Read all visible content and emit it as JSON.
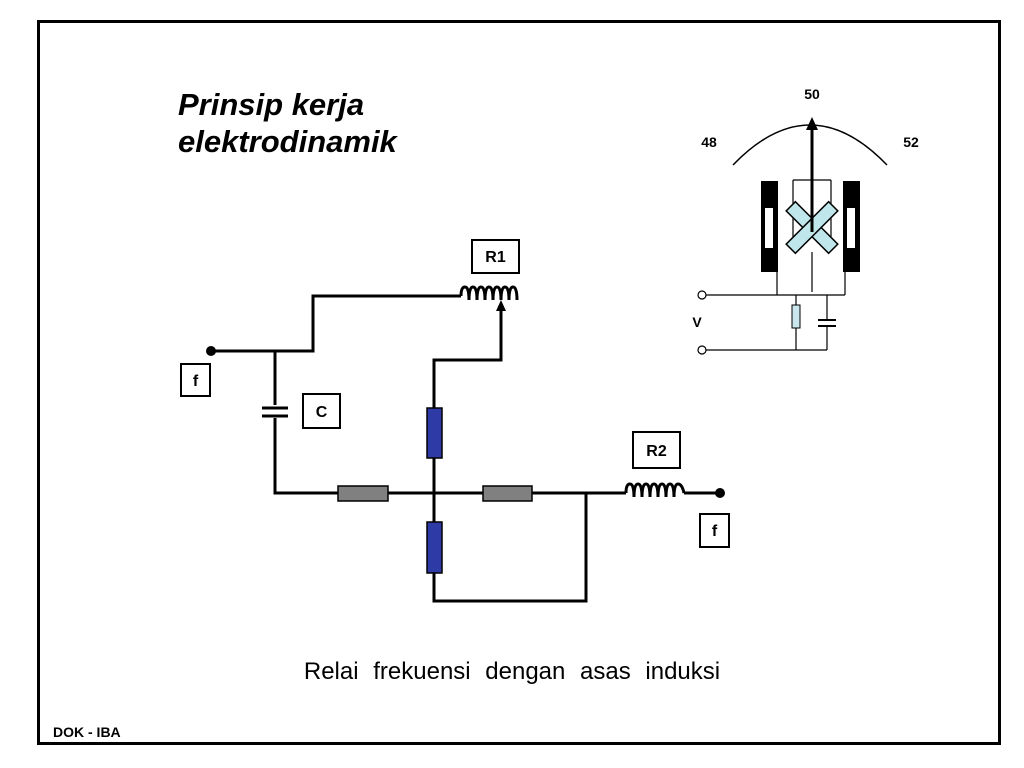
{
  "slide": {
    "title_line1": "Prinsip kerja",
    "title_line2": "elektrodinamik",
    "caption": "Relai frekuensi dengan asas induksi",
    "footer": "DOK - IBA"
  },
  "circuit": {
    "labels": {
      "f_input": "f",
      "f_output": "f",
      "capacitor": "C",
      "resistor_r1": "R1",
      "resistor_r2": "R2"
    },
    "colors": {
      "resistor_blue": "#2e3aa6",
      "resistor_gray": "#808080"
    }
  },
  "meter": {
    "scale_left": "48",
    "scale_center": "50",
    "scale_right": "52",
    "voltage_label": "V",
    "colors": {
      "cross_fill": "#bfe6ea",
      "resistor_fill": "#c9e7ec"
    }
  }
}
